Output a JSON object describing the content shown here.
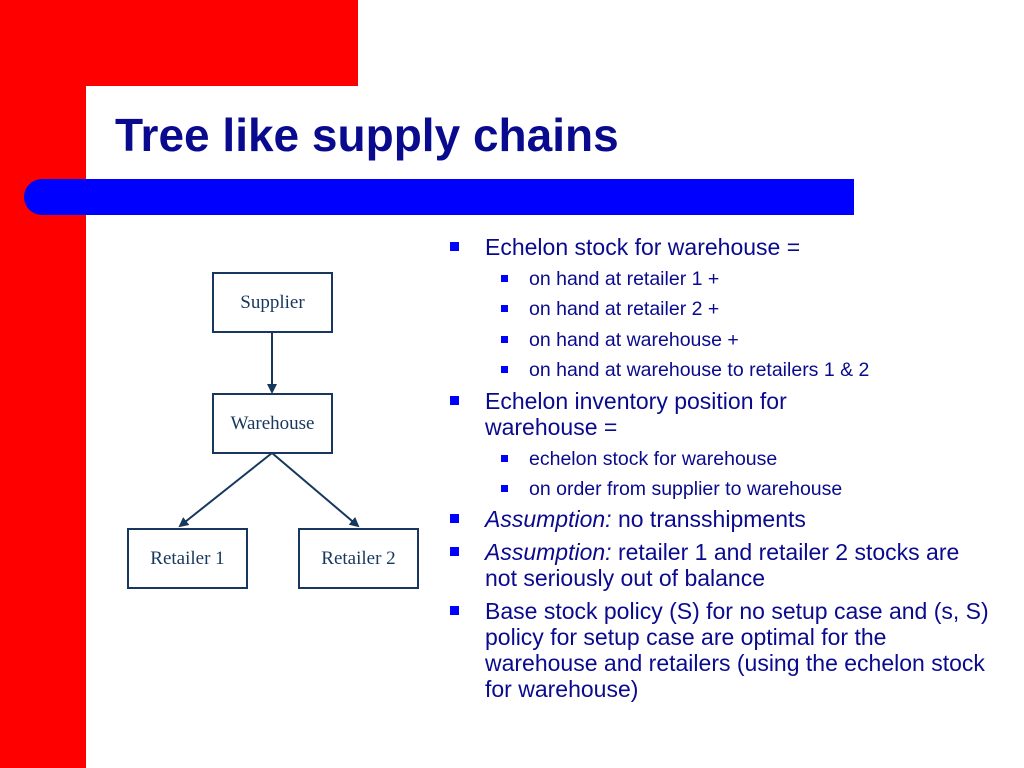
{
  "title": "Tree like supply chains",
  "colors": {
    "red": "#ff0000",
    "blue_bar": "#0000ff",
    "text": "#0a0a8e",
    "box": "#17375e"
  },
  "diagram": {
    "supplier": "Supplier",
    "warehouse": "Warehouse",
    "retailer1": "Retailer 1",
    "retailer2": "Retailer 2"
  },
  "bullets": {
    "b1": "Echelon stock for warehouse =",
    "b1_sub": [
      "on hand at retailer 1 +",
      "on hand at retailer 2 +",
      "on hand at warehouse +",
      "on hand at warehouse to retailers 1 & 2"
    ],
    "b2": "Echelon inventory position for warehouse =",
    "b2_sub": [
      "echelon stock for warehouse",
      "on order from supplier to warehouse"
    ],
    "b3_label": "Assumption:",
    "b3_text": " no transshipments",
    "b4_label": "Assumption:",
    "b4_text": " retailer 1 and retailer 2 stocks are not seriously out of balance",
    "b5": "Base stock policy (S) for no setup case and (s, S) policy for setup case are optimal for the warehouse and retailers (using the echelon stock for warehouse)"
  }
}
